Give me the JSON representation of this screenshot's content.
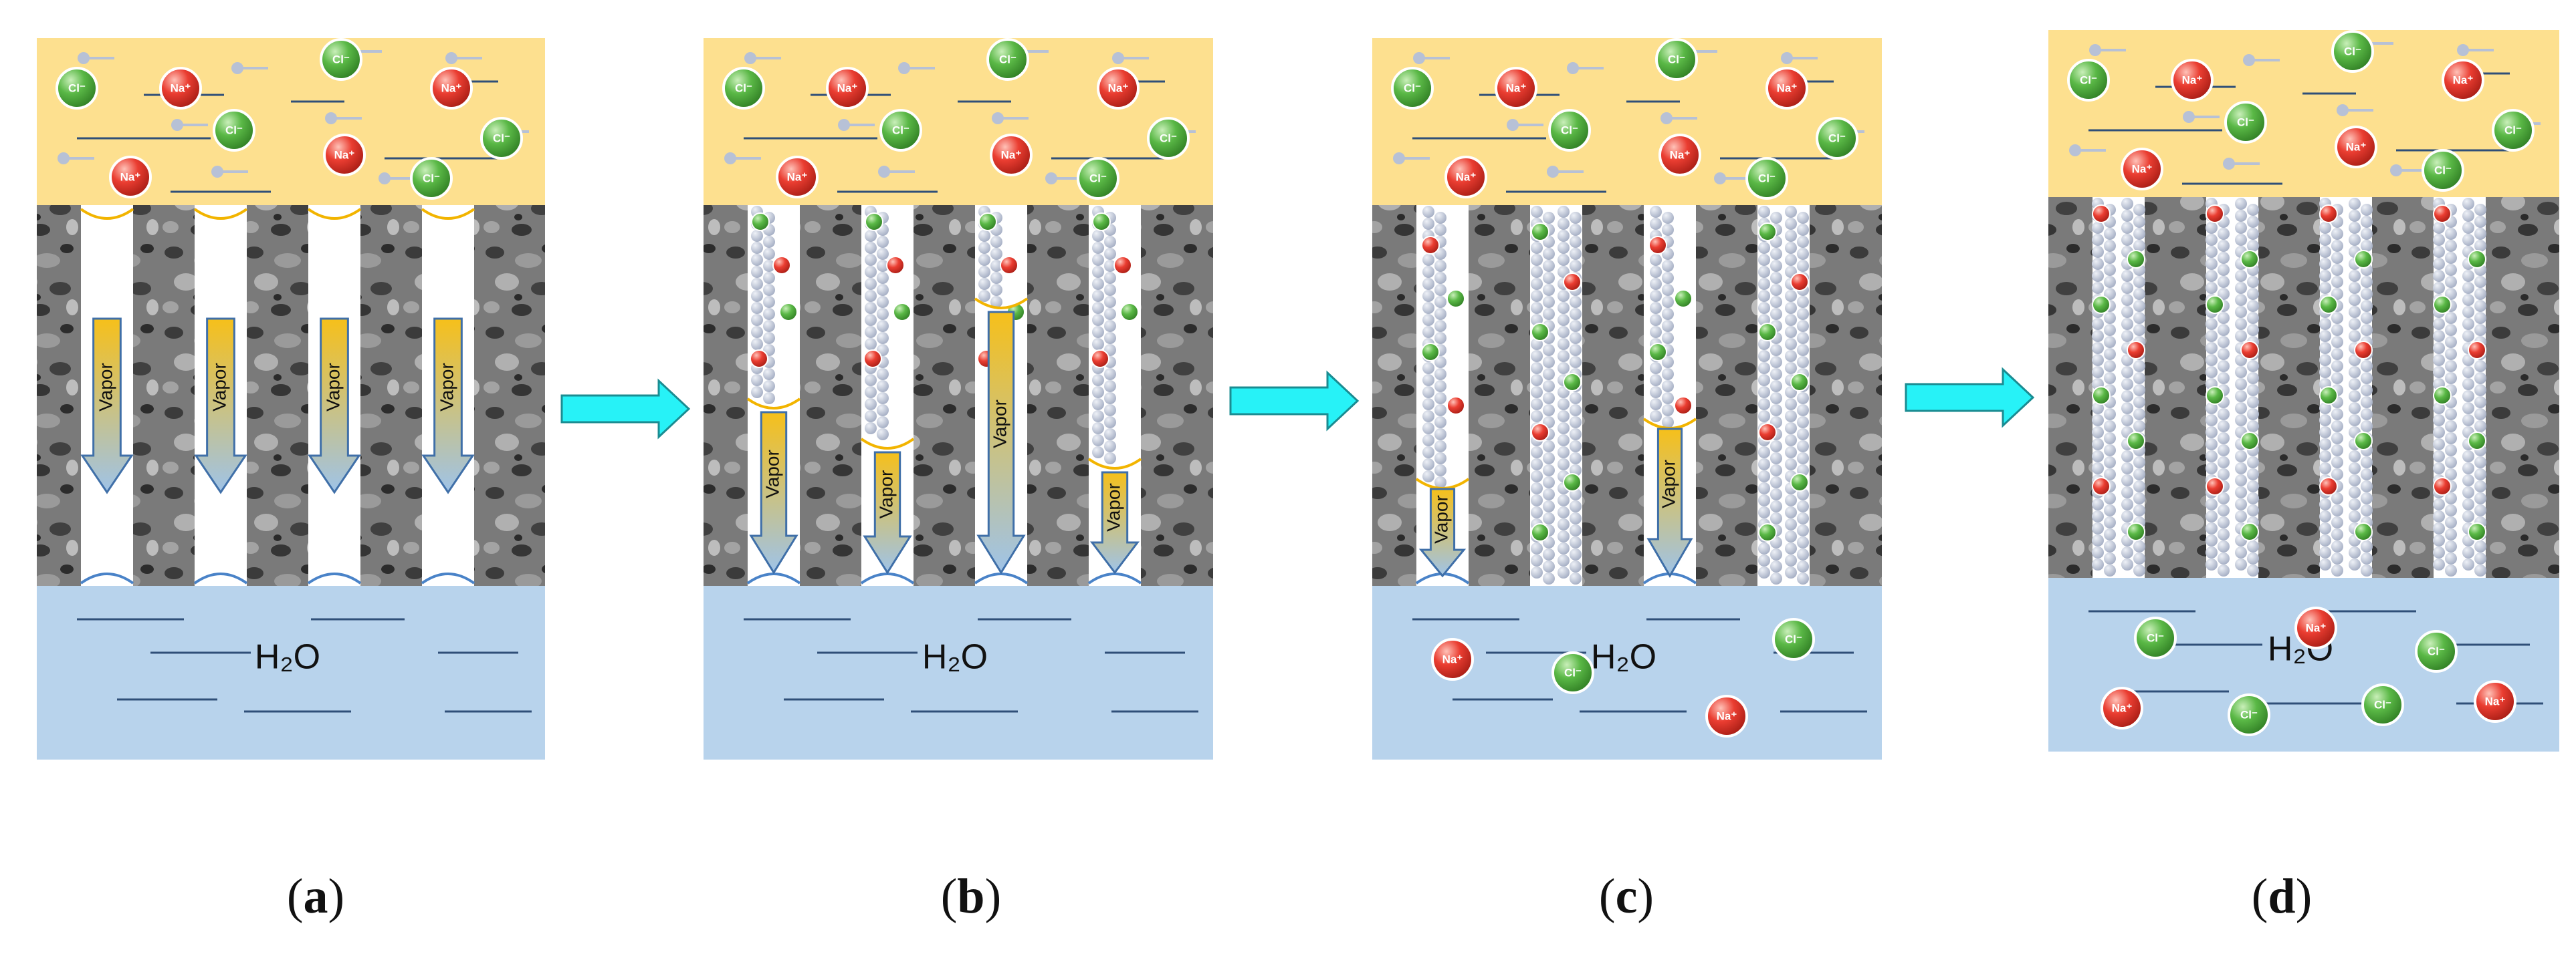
{
  "labels": {
    "cl": "Cl⁻",
    "na": "Na⁺",
    "vapor": "Vapor",
    "water": "H₂O"
  },
  "captions": [
    {
      "letter": "a"
    },
    {
      "letter": "b"
    },
    {
      "letter": "c"
    },
    {
      "letter": "d"
    }
  ],
  "colors": {
    "feed": "#fde08f",
    "permeate": "#b8d3ec",
    "membrane": "#707070",
    "cl_ion": "#49a53a",
    "na_ion": "#e3362b",
    "arrow": "#27f2f7",
    "meniscus": "#f2b400",
    "vapor_arrow_top": "#f6c01a",
    "vapor_arrow_bottom": "#9fc3e8",
    "scaling_bead": "#bcc5d8"
  },
  "stages": [
    {
      "id": "a",
      "pore_state": "clean",
      "feed_meniscus": "pore-entrance",
      "salt_in_permeate": "none"
    },
    {
      "id": "b",
      "pore_state": "partially-wetted",
      "feed_meniscus": "inside-pore",
      "salt_in_permeate": "none"
    },
    {
      "id": "c",
      "pore_state": "mostly-wetted",
      "feed_meniscus": "inside-pore",
      "salt_in_permeate": "some"
    },
    {
      "id": "d",
      "pore_state": "fully-wetted",
      "feed_meniscus": "none",
      "salt_in_permeate": "many"
    }
  ]
}
